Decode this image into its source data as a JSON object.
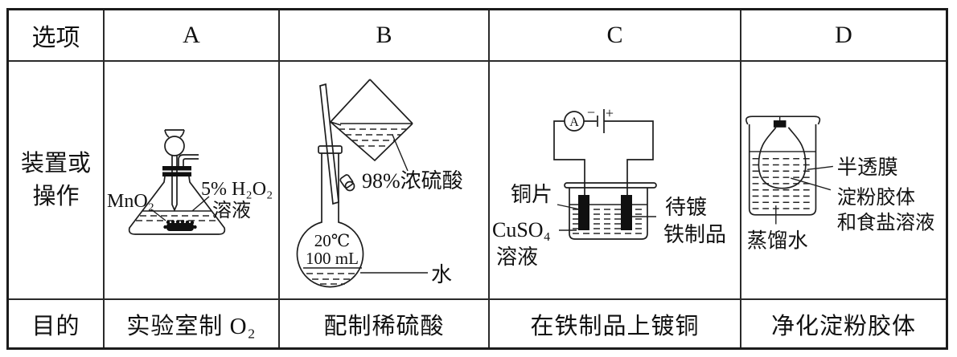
{
  "colors": {
    "ink": "#1b1b1b",
    "background": "#ffffff"
  },
  "header": {
    "option": "选项",
    "a": "A",
    "b": "B",
    "c": "C",
    "d": "D"
  },
  "apparatus_row": {
    "label_line1": "装置或",
    "label_line2": "操作"
  },
  "purpose_row": {
    "label": "目的",
    "a": "实验室制 O₂",
    "b": "配制稀硫酸",
    "c": "在铁制品上镀铜",
    "d": "净化淀粉胶体"
  },
  "diagram_a": {
    "mno2": "MnO₂",
    "h2o2": "5% H₂O₂",
    "solution": "溶液"
  },
  "diagram_b": {
    "acid": "98%浓硫酸",
    "temp": "20℃",
    "volume": "100 mL",
    "water": "水"
  },
  "diagram_c": {
    "ammeter": "A",
    "minus": "−",
    "plus": "+",
    "copper": "铜片",
    "cuso4": "CuSO₄",
    "solution": "溶液",
    "target_line1": "待镀",
    "target_line2": "铁制品"
  },
  "diagram_d": {
    "membrane": "半透膜",
    "colloid_line1": "淀粉胶体",
    "colloid_line2": "和食盐溶液",
    "water": "蒸馏水"
  }
}
